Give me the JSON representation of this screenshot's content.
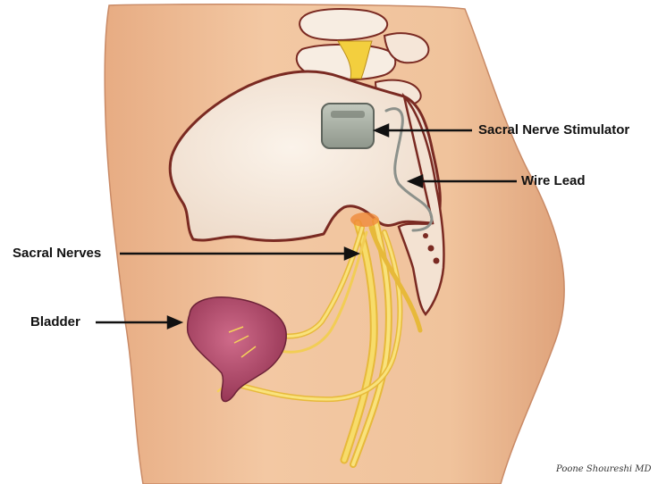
{
  "labels": {
    "stimulator": "Sacral Nerve Stimulator",
    "lead": "Wire Lead",
    "nerves": "Sacral Nerves",
    "bladder": "Bladder"
  },
  "credit": "Poone Shoureshi MD",
  "colors": {
    "skin": "#f0c39c",
    "skin_shadow": "#d99f78",
    "bone": "#f5e9dc",
    "bone_outline": "#7a2a22",
    "nerve": "#f5d25a",
    "bladder": "#b9486c",
    "device": "#a9b0a4",
    "arrow": "#111111"
  }
}
